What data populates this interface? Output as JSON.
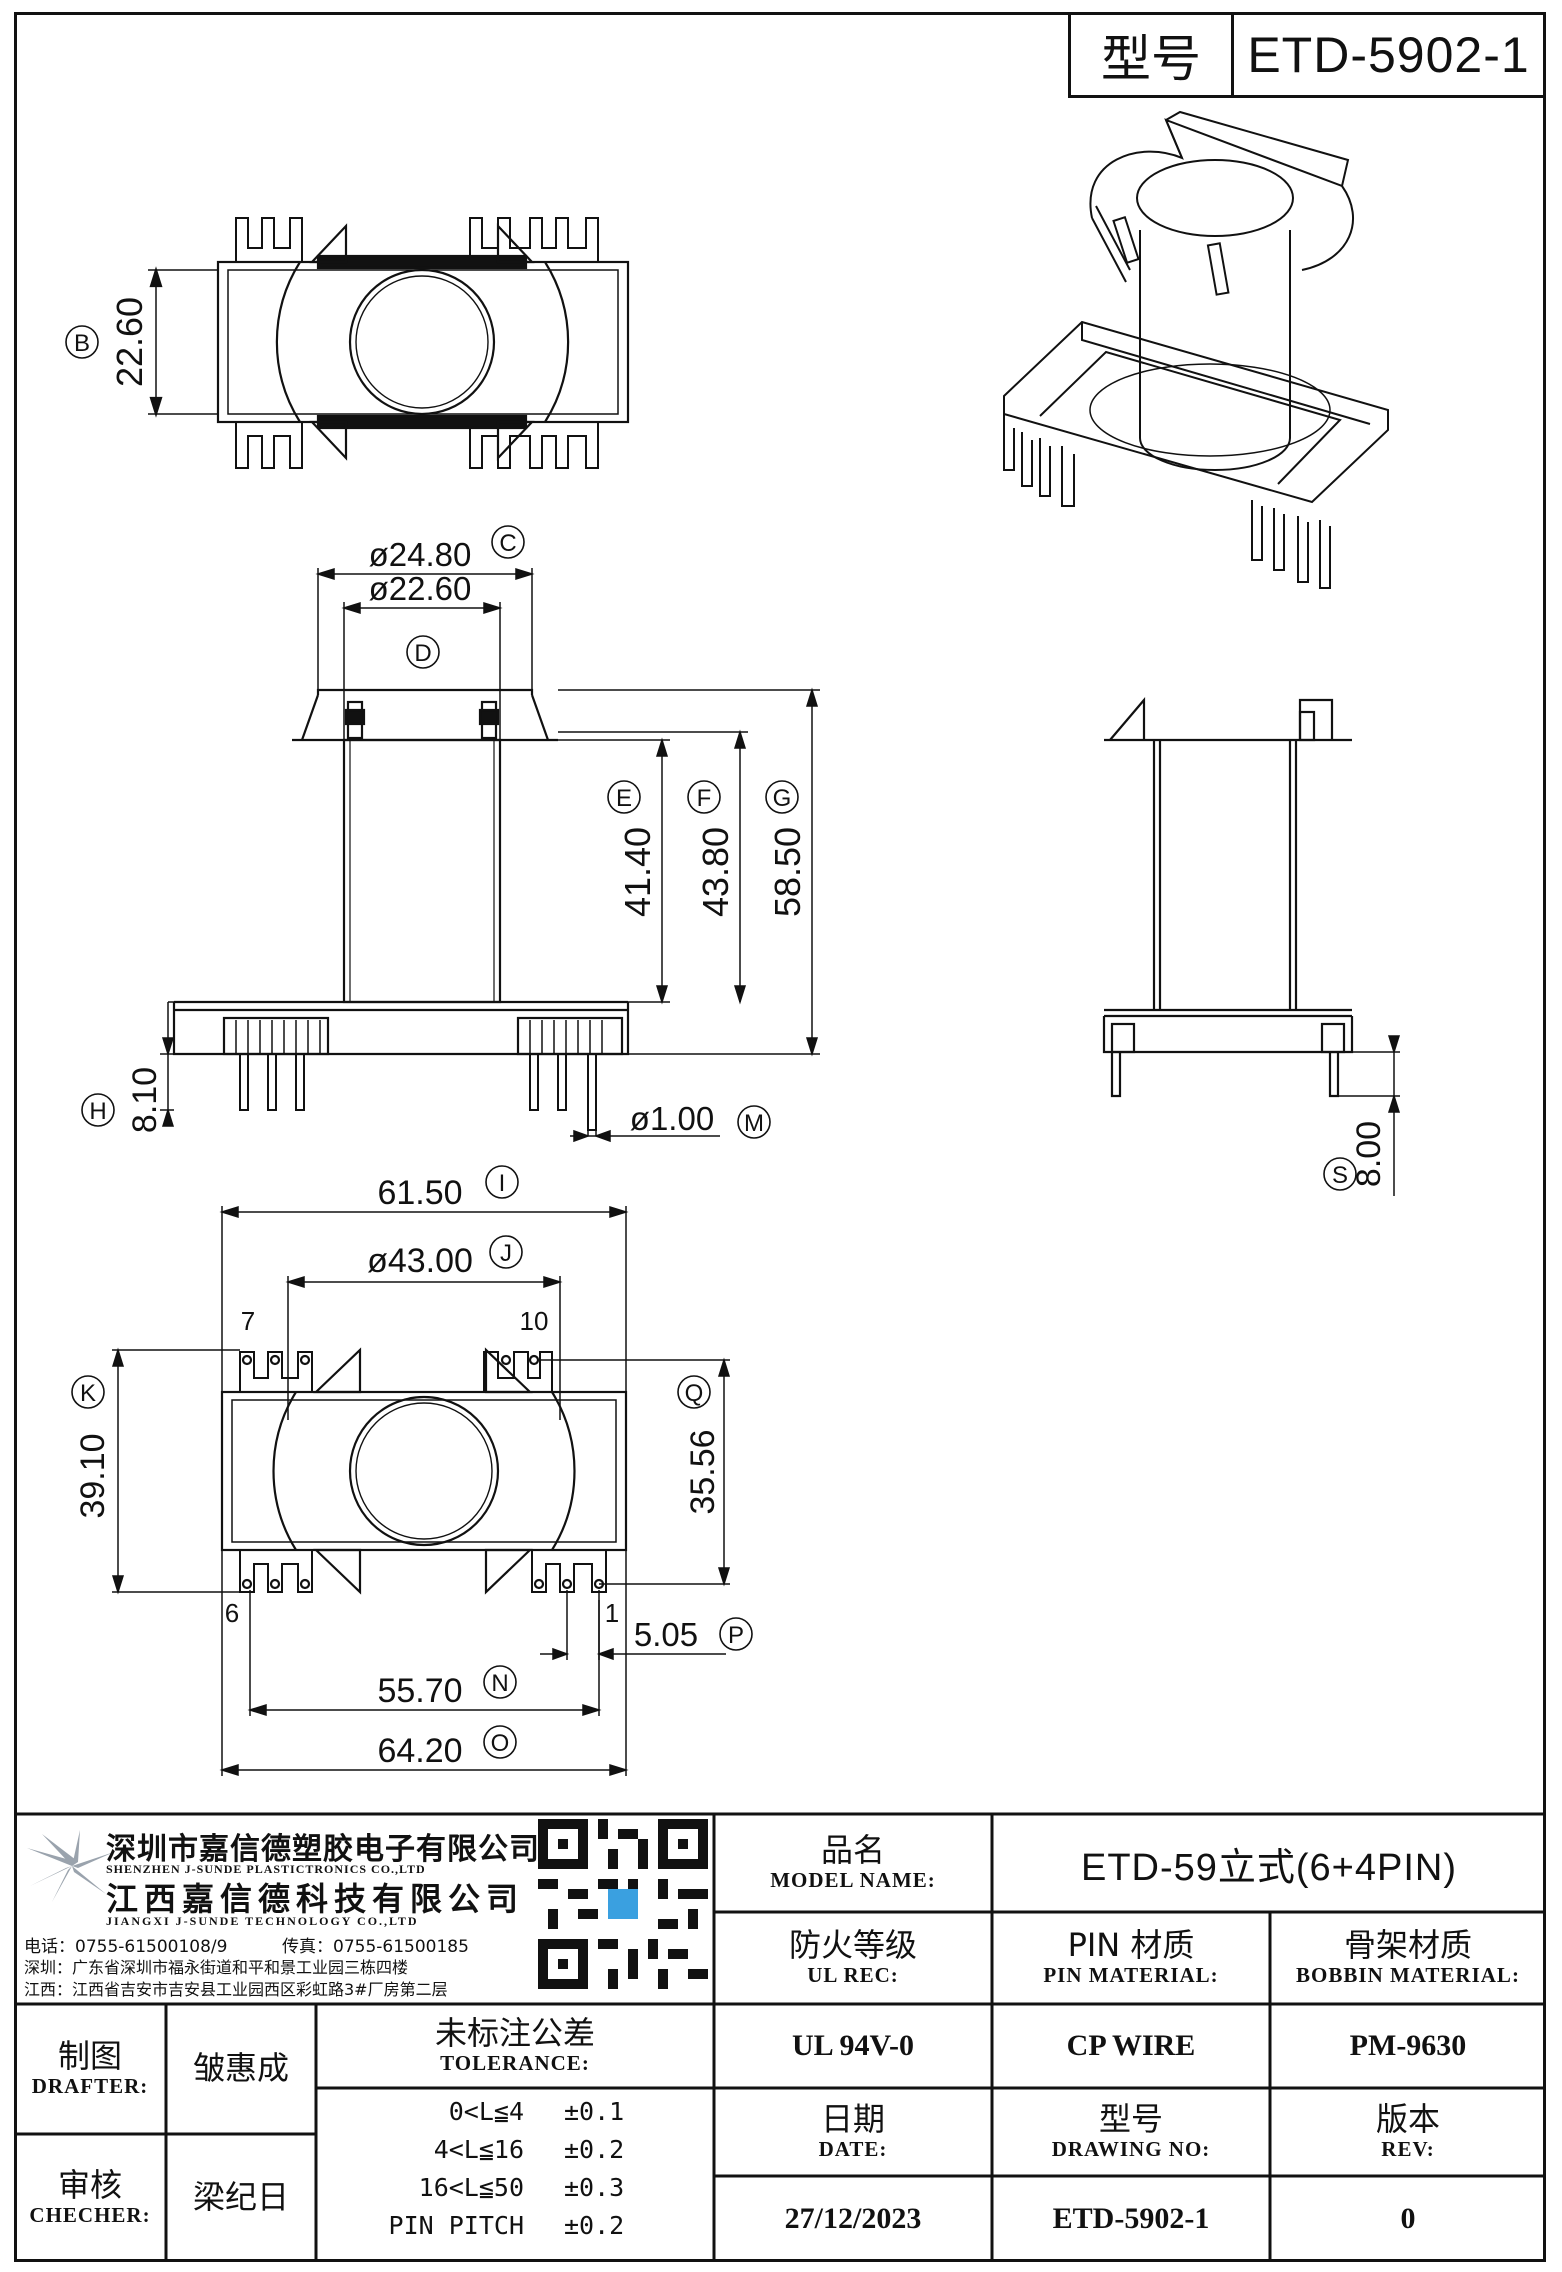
{
  "header": {
    "model_label": "型号",
    "model_value": "ETD-5902-1"
  },
  "dimensions": {
    "B": {
      "tag": "B",
      "value": "22.60"
    },
    "C": {
      "tag": "C",
      "value": "ø24.80"
    },
    "D": {
      "tag": "D",
      "value": "ø22.60"
    },
    "E": {
      "tag": "E",
      "value": "41.40"
    },
    "F": {
      "tag": "F",
      "value": "43.80"
    },
    "G": {
      "tag": "G",
      "value": "58.50"
    },
    "H": {
      "tag": "H",
      "value": "8.10"
    },
    "M": {
      "tag": "M",
      "value": "ø1.00"
    },
    "S": {
      "tag": "S",
      "value": "8.00"
    },
    "I": {
      "tag": "I",
      "value": "61.50"
    },
    "J": {
      "tag": "J",
      "value": "ø43.00"
    },
    "K": {
      "tag": "K",
      "value": "39.10"
    },
    "Q": {
      "tag": "Q",
      "value": "35.56"
    },
    "P": {
      "tag": "P",
      "value": "5.05"
    },
    "N": {
      "tag": "N",
      "value": "55.70"
    },
    "O": {
      "tag": "O",
      "value": "64.20"
    }
  },
  "pins": {
    "p7": "7",
    "p10": "10",
    "p6": "6",
    "p1": "1"
  },
  "company": {
    "name_cn": "深圳市嘉信德塑胶电子有限公司",
    "name_en": "SHENZHEN J-SUNDE PLASTICTRONICS CO.,LTD",
    "name2_cn": "江西嘉信德科技有限公司",
    "name2_en": "JIANGXI J-SUNDE TECHNOLOGY CO.,LTD",
    "phone": "电话：0755-61500108/9",
    "fax": "传真：0755-61500185",
    "addr_sz": "深圳：广东省深圳市福永街道和平和景工业园三栋四楼",
    "addr_jx": "江西：江西省吉安市吉安县工业园西区彩虹路3#厂房第二层"
  },
  "titleblock": {
    "product_name_cn": "品名",
    "product_name_en": "MODEL NAME:",
    "product_name_value": "ETD-59立式(6+4PIN)",
    "ul_cn": "防火等级",
    "ul_en": "UL REC:",
    "pin_cn": "PIN 材质",
    "pin_en": "PIN MATERIAL:",
    "bobbin_cn": "骨架材质",
    "bobbin_en": "BOBBIN MATERIAL:",
    "drafter_cn": "制图",
    "drafter_en": "DRAFTER:",
    "drafter_name": "皱惠成",
    "checker_cn": "审核",
    "checker_en": "CHECHER:",
    "checker_name": "梁纪日",
    "tolerance_cn": "未标注公差",
    "tolerance_en": "TOLERANCE:",
    "tolerances": [
      {
        "range": "0<L≦4",
        "tol": "±0.1"
      },
      {
        "range": "4<L≦16",
        "tol": "±0.2"
      },
      {
        "range": "16<L≦50",
        "tol": "±0.3"
      },
      {
        "range": "PIN PITCH",
        "tol": "±0.2"
      }
    ],
    "ul_value": "UL 94V-0",
    "pin_value": "CP WIRE",
    "bobbin_value": "PM-9630",
    "date_cn": "日期",
    "date_en": "DATE:",
    "drawing_cn": "型号",
    "drawing_en": "DRAWING NO:",
    "rev_cn": "版本",
    "rev_en": "REV:",
    "date_value": "27/12/2023",
    "drawing_value": "ETD-5902-1",
    "rev_value": "0"
  }
}
